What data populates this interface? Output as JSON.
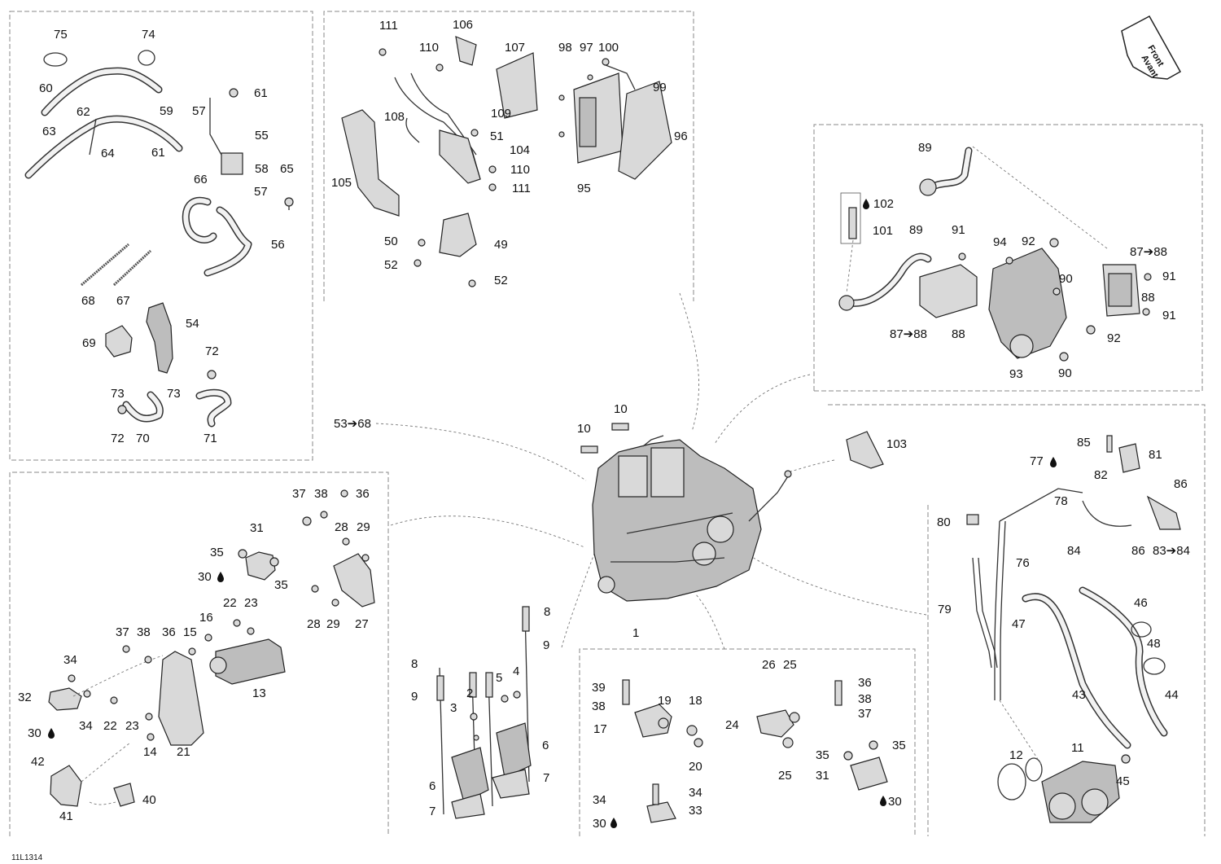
{
  "drawing_code": "11L1314",
  "front_badge": {
    "line1": "Front",
    "line2": "Avant"
  },
  "labels": [
    "75",
    "74",
    "60",
    "62",
    "59",
    "57",
    "61",
    "63",
    "64",
    "61",
    "55",
    "58",
    "65",
    "57",
    "66",
    "56",
    "68",
    "67",
    "54",
    "69",
    "72",
    "73",
    "73",
    "72",
    "70",
    "71",
    "53➔68",
    "111",
    "106",
    "110",
    "107",
    "108",
    "109",
    "51",
    "104",
    "105",
    "110",
    "111",
    "50",
    "49",
    "52",
    "52",
    "98",
    "97",
    "100",
    "99",
    "96",
    "95",
    "89",
    "102",
    "101",
    "89",
    "91",
    "94",
    "92",
    "87➔88",
    "91",
    "90",
    "88",
    "91",
    "87➔88",
    "88",
    "92",
    "93",
    "90",
    "10",
    "10",
    "103",
    "85",
    "81",
    "77",
    "82",
    "86",
    "78",
    "80",
    "76",
    "84",
    "86",
    "83➔84",
    "79",
    "47",
    "46",
    "48",
    "43",
    "44",
    "11",
    "12",
    "45",
    "37",
    "38",
    "36",
    "31",
    "28",
    "29",
    "35",
    "30",
    "35",
    "28",
    "29",
    "27",
    "22",
    "23",
    "37",
    "38",
    "36",
    "15",
    "16",
    "34",
    "32",
    "34",
    "30",
    "22",
    "23",
    "14",
    "21",
    "13",
    "42",
    "40",
    "41",
    "8",
    "9",
    "8",
    "9",
    "5",
    "4",
    "2",
    "3",
    "6",
    "6",
    "7",
    "7",
    "1",
    "26",
    "25",
    "39",
    "38",
    "19",
    "18",
    "17",
    "20",
    "24",
    "36",
    "38",
    "37",
    "35",
    "35",
    "31",
    "25",
    "30",
    "34",
    "34",
    "33",
    "30"
  ]
}
